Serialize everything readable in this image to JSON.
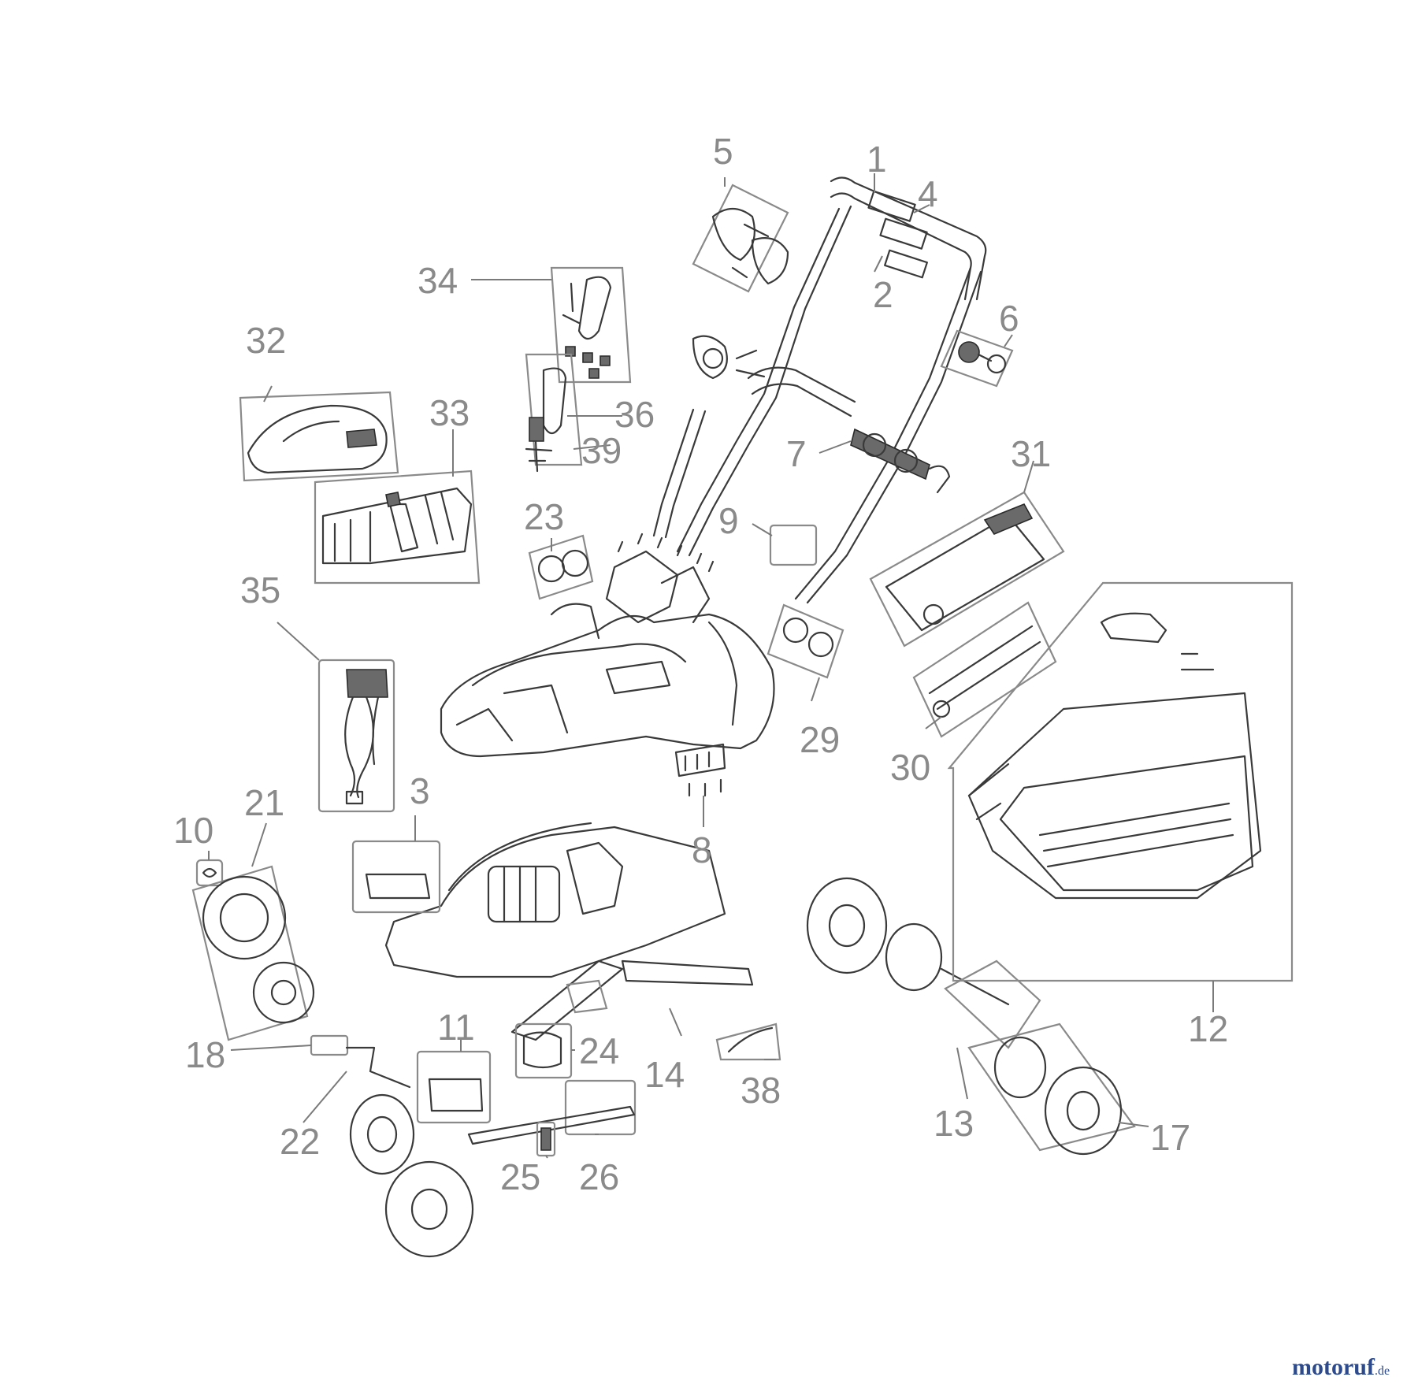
{
  "diagram": {
    "callouts": [
      "1",
      "2",
      "3",
      "4",
      "5",
      "6",
      "7",
      "8",
      "9",
      "10",
      "11",
      "12",
      "13",
      "14",
      "17",
      "18",
      "21",
      "22",
      "23",
      "24",
      "25",
      "26",
      "29",
      "30",
      "31",
      "32",
      "33",
      "34",
      "35",
      "36",
      "38",
      "39"
    ]
  },
  "watermark": {
    "brand_part1": "motoruf",
    "brand_part2": "",
    "suffix": ".de"
  }
}
